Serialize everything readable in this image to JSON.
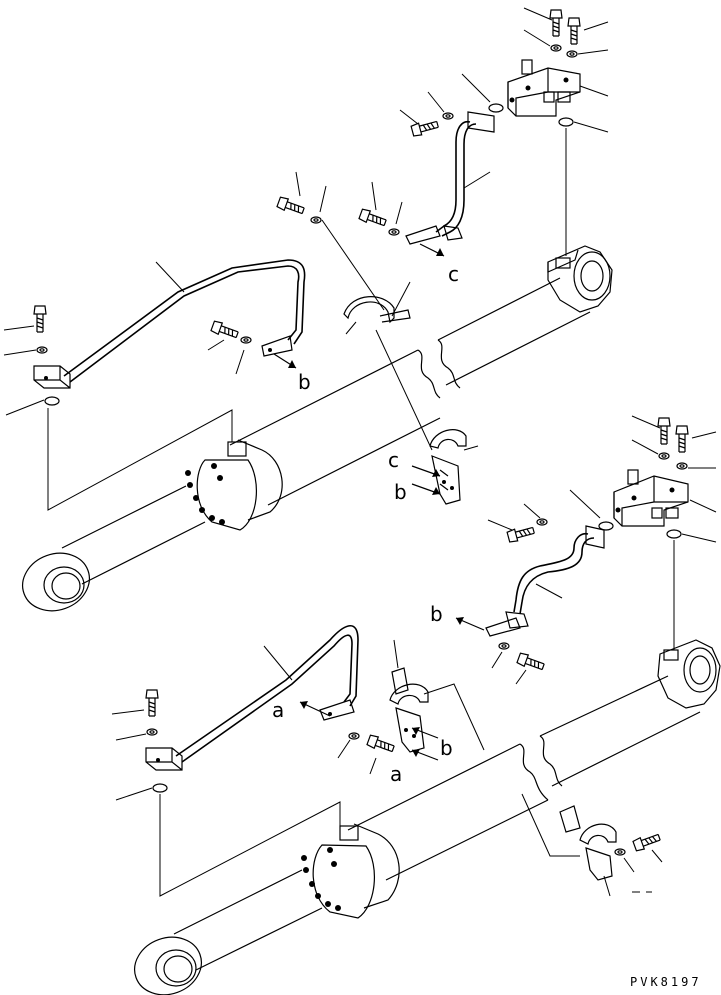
{
  "diagram": {
    "drawing_code": "PVK8197",
    "callouts": {
      "upper_c_arrow": "c",
      "upper_b_arrow": "b",
      "upper_clamp_c": "c",
      "upper_clamp_b": "b",
      "lower_b_arrow": "b",
      "lower_a_arrow": "a",
      "lower_clamp_b": "b",
      "lower_bolt_a": "a"
    }
  }
}
